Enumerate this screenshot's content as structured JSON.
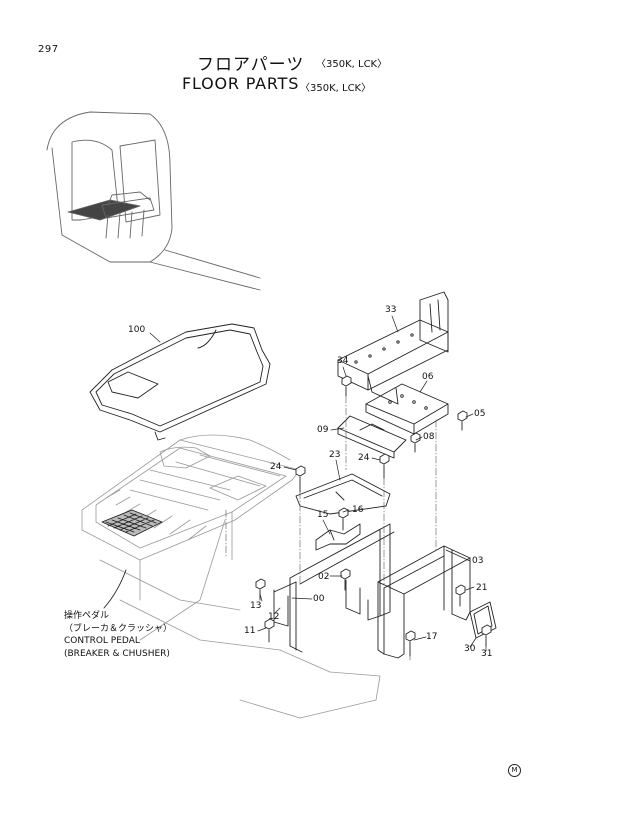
{
  "header": {
    "page_number": "297",
    "title_jp": "フロアパーツ",
    "title_jp_models": "〈350K, LCK〉",
    "title_en": "FLOOR PARTS",
    "title_en_models": "〈350K, LCK〉"
  },
  "labels": {
    "p100": "100",
    "p33": "33",
    "p34": "34",
    "p06": "06",
    "p05": "05",
    "p09": "09",
    "p08": "08",
    "p24a": "24",
    "p23": "23",
    "p24b": "24",
    "p15": "15",
    "p16": "16",
    "p03": "03",
    "p02": "02",
    "p21": "21",
    "p13": "13",
    "p00": "00",
    "p12": "12",
    "p11": "11",
    "p17": "17",
    "p30": "30",
    "p31": "31"
  },
  "note": {
    "line1": "操作ペダル",
    "line2": "（ブレーカ＆クラッシャ）",
    "line3": "CONTROL PEDAL",
    "line4": "(BREAKER & CHUSHER)"
  },
  "footer_mark": "M"
}
